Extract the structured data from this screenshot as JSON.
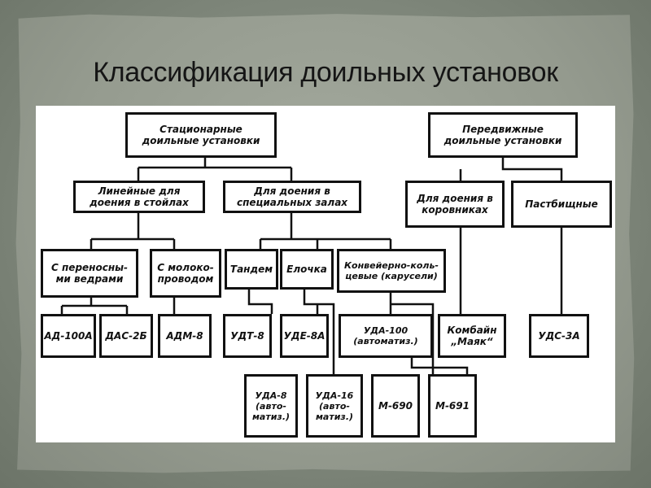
{
  "title": "Классификация доильных установок",
  "diagram": {
    "stationary": "Стационарные\nдоильные установки",
    "mobile": "Передвижные\nдоильные установки",
    "linear": "Линейные для\nдоения в стойлах",
    "halls": "Для доения в\nспециальных залах",
    "barns": "Для доения в\nкоровниках",
    "pasture": "Пастбищные",
    "buckets": "С переносны-\nми ведрами",
    "pipeline": "С молоко-\nпроводом",
    "tandem": "Тандем",
    "herringbone": "Елочка",
    "carousel": "Конвейерно-коль-\nцевые (карусели)",
    "ad100a": "АД-100А",
    "das2b": "ДАС-2Б",
    "adm8": "АДМ-8",
    "udt8": "УДТ-8",
    "ude8a": "УДЕ-8А",
    "uda100": "УДА-100\n(автоматиз.)",
    "combine": "Комбайн\n„Маяк“",
    "uds3a": "УДС-3А",
    "uda8": "УДА-8\n(авто-\nматиз.)",
    "uda16": "УДА-16\n(авто-\nматиз.)",
    "m690": "М-690",
    "m691": "М-691"
  }
}
